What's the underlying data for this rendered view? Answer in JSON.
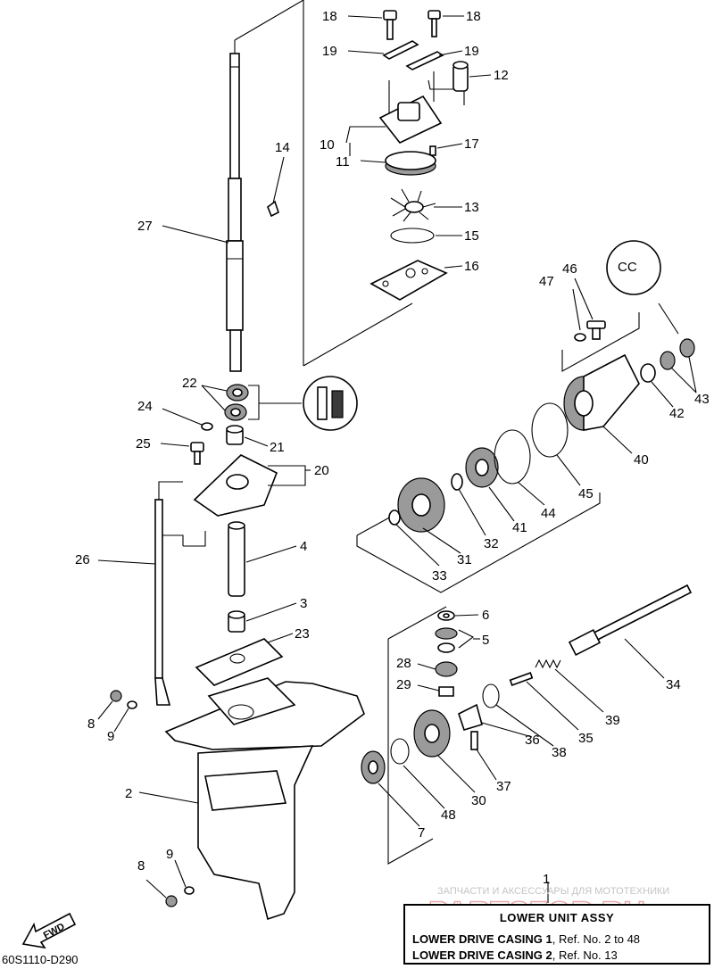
{
  "callouts": {
    "n1": "1",
    "n2": "2",
    "n3": "3",
    "n4": "4",
    "n5": "5",
    "n6": "6",
    "n7": "7",
    "n8": "8",
    "n9": "9",
    "n10": "10",
    "n11": "11",
    "n12": "12",
    "n13": "13",
    "n14": "14",
    "n15": "15",
    "n16": "16",
    "n17": "17",
    "n18": "18",
    "n19": "19",
    "n20": "20",
    "n21": "21",
    "n22": "22",
    "n23": "23",
    "n24": "24",
    "n25": "25",
    "n26": "26",
    "n27": "27",
    "n28": "28",
    "n29": "29",
    "n30": "30",
    "n31": "31",
    "n32": "32",
    "n33": "33",
    "n34": "34",
    "n35": "35",
    "n36": "36",
    "n37": "37",
    "n38": "38",
    "n39": "39",
    "n40": "40",
    "n41": "41",
    "n42": "42",
    "n43": "43",
    "n44": "44",
    "n45": "45",
    "n46": "46",
    "n47": "47",
    "n48": "48"
  },
  "watermark": {
    "caption": "ЗАПЧАСТИ И АКСЕССУАРЫ ДЛЯ МОТОТЕХНИКИ",
    "brand": "PARTSFOR.RU"
  },
  "title_block": {
    "heading": "LOWER UNIT ASSY",
    "line1_name": "LOWER DRIVE CASING 1",
    "line1_ref": ", Ref. No. 2 to 48",
    "line2_name": "LOWER DRIVE CASING 2",
    "line2_ref": ", Ref. No. 13"
  },
  "diagram_code": "60S1110-D290",
  "fwd_label": "FWD"
}
